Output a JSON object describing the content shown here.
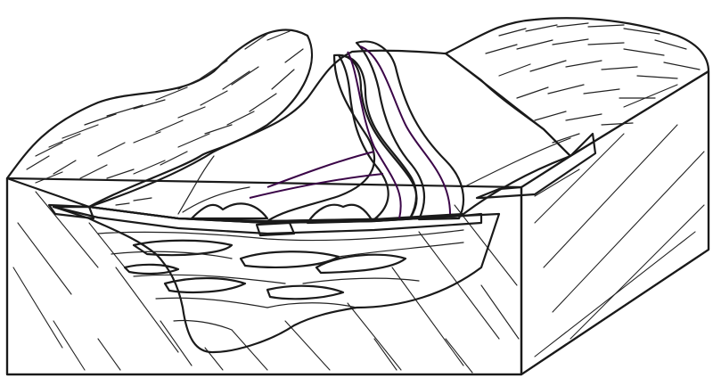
{
  "diagram": {
    "colors": {
      "floodplain": "#5fdc28",
      "levee": "#b417b4",
      "levee_stripe": "#5c0a6e",
      "channel_water": "#a9e4ee",
      "channel_deep": "#1b2be8",
      "sand": "#ece27a",
      "sand_dark": "#d9c84e",
      "mud": "#7b7a4c",
      "clay": "#e08a55",
      "lens_water": "#9fdde8",
      "bedrock": "#ffffff",
      "ink": "#1a1a1a"
    },
    "icons": [
      "block-diagram",
      "river-channel",
      "natural-levee",
      "floodplain",
      "alluvial-fill",
      "bedrock-hatching"
    ]
  }
}
